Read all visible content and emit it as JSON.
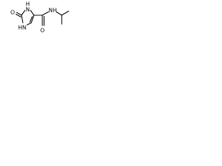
{
  "molecule": {
    "atoms": {
      "carbonyl_oxygen_ring": "O",
      "ring_nh_top": "H",
      "ring_nh_top_n": "N",
      "ring_nh_bottom_h": "H",
      "ring_nh_bottom_n": "N",
      "amide_n": "N",
      "amide_h": "H",
      "amide_oxygen": "O"
    }
  }
}
